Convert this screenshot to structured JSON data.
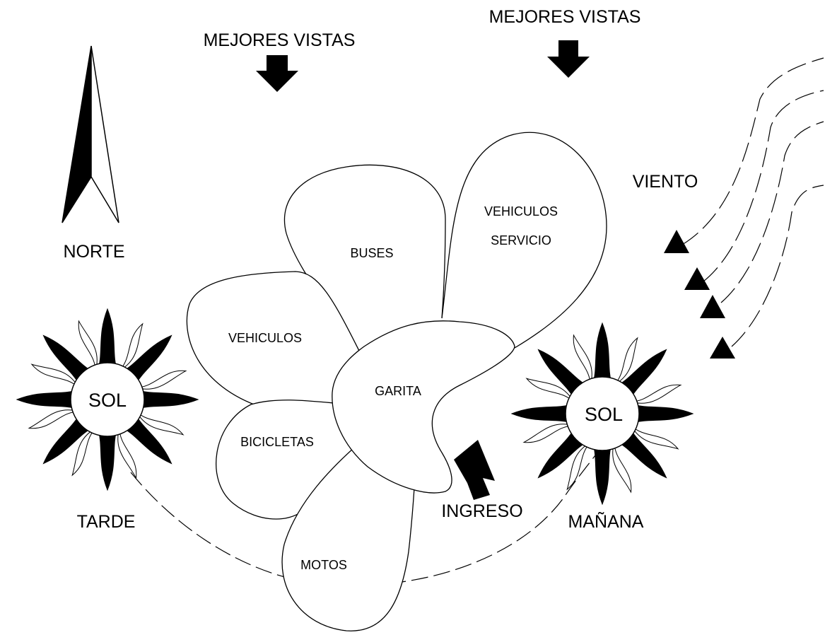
{
  "views": {
    "label_left": "MEJORES VISTAS",
    "label_right": "MEJORES VISTAS"
  },
  "compass": {
    "label": "NORTE"
  },
  "wind": {
    "label": "VIENTO"
  },
  "sun_evening": {
    "sun_label": "SOL",
    "caption": "TARDE"
  },
  "sun_morning": {
    "sun_label": "SOL",
    "caption": "MAÑANA"
  },
  "entrance": {
    "label": "INGRESO"
  },
  "zones": {
    "buses": "BUSES",
    "service_line1": "VEHICULOS",
    "service_line2": "SERVICIO",
    "vehicles": "VEHICULOS",
    "garita": "GARITA",
    "bicycles": "BICICLETAS",
    "motorcycles": "MOTOS"
  },
  "colors": {
    "ink": "#000000",
    "paper": "#ffffff"
  }
}
